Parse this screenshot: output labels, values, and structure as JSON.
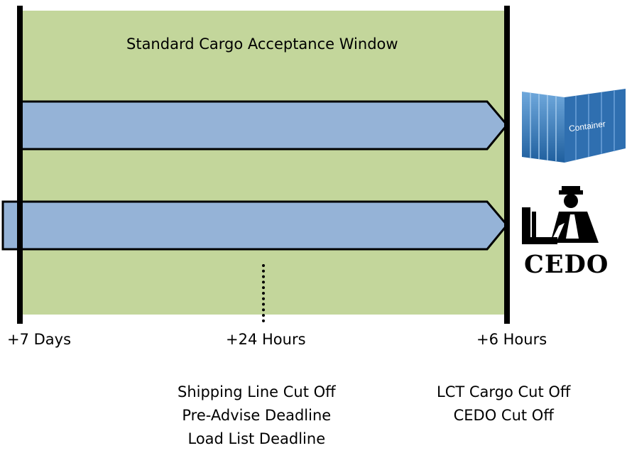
{
  "window": {
    "title": "Standard Cargo Acceptance Window"
  },
  "timeline": {
    "start_label": "+7 Days",
    "middle_label": "+24 Hours",
    "end_label": "+6 Hours"
  },
  "notes": {
    "middle": [
      "Shipping Line Cut Off",
      "Pre-Advise Deadline",
      "Load List Deadline"
    ],
    "end": [
      "LCT Cargo Cut Off",
      "CEDO Cut Off"
    ]
  },
  "icons": {
    "container": {
      "name": "shipping-container-icon",
      "label": "Container",
      "color": "#3a78b8"
    },
    "officer": {
      "name": "customs-officer-icon",
      "label": "CEDO"
    }
  },
  "colors": {
    "window": "#c3d69b",
    "arrow": "#95b3d7",
    "outline": "#000000"
  }
}
